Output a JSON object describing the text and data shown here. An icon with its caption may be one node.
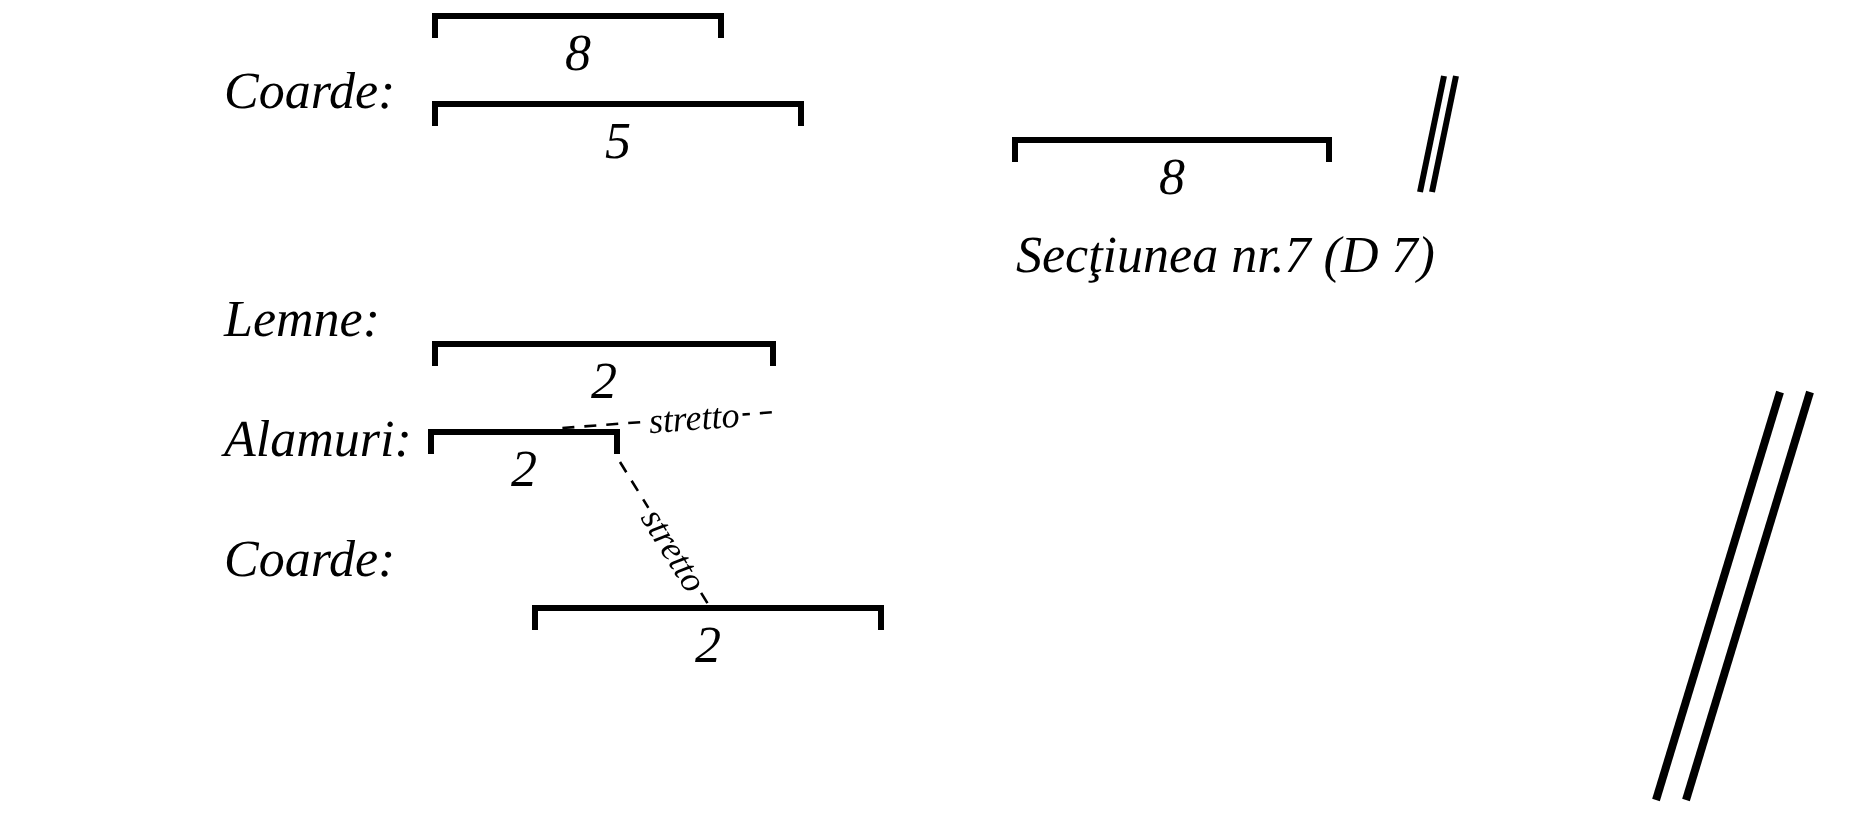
{
  "diagram": {
    "nodes": [
      {
        "text": [
          "8"
        ]
      },
      {
        "text": [
          "5"
        ]
      },
      {
        "text": [
          "8"
        ]
      },
      {
        "text": [
          "2"
        ]
      },
      {
        "text": [
          "2"
        ]
      },
      {
        "text": [
          "2"
        ]
      }
    ],
    "edges": [
      {
        "from": 4,
        "to": 3,
        "arrow": "none",
        "label": "stretto",
        "style": "dashed"
      },
      {
        "from": 4,
        "to": 5,
        "arrow": "none",
        "label": "stretto",
        "style": "dashed"
      }
    ],
    "labels": [
      "Coarde:",
      "Secţiunea nr.7 (D 7)",
      "Lemne:",
      "Alamuri:",
      "Coarde:"
    ]
  }
}
